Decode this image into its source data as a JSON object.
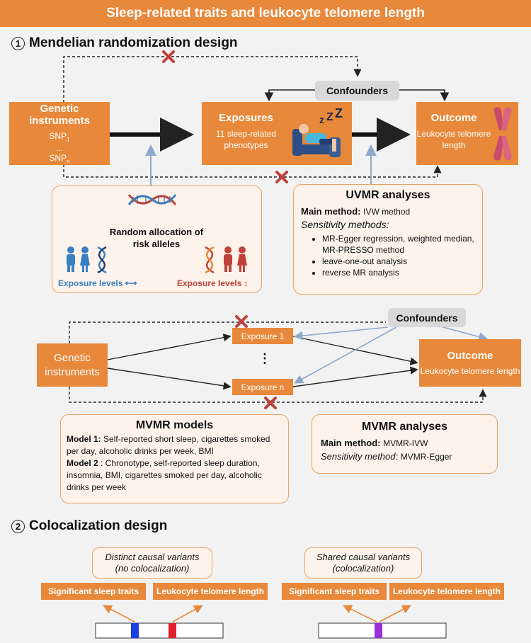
{
  "title": "Sleep-related traits and leukocyte telomere length",
  "section1": {
    "number": "1",
    "title": "Mendelian randomization design"
  },
  "section2": {
    "number": "2",
    "title": "Colocalization design"
  },
  "uvmr": {
    "confounders": "Confounders",
    "genetic_instruments": {
      "title": "Genetic instruments",
      "snp_1": "SNP",
      "snp_1_sub": "1",
      "dots": "...",
      "snp_n": "SNP",
      "snp_n_sub": "n"
    },
    "exposures": {
      "title": "Exposures",
      "desc": "11 sleep-related phenotypes"
    },
    "outcome": {
      "title": "Outcome",
      "desc": "Leukocyte telomere length"
    },
    "random_allocation": {
      "text": "Random allocation of risk alleles",
      "exposure_low": "Exposure levels",
      "exposure_high": "Exposure levels"
    },
    "analyses": {
      "title": "UVMR analyses",
      "main_label": "Main method:",
      "main_value": "IVW method",
      "sens_label": "Sensitivity methods:",
      "items": [
        "MR-Egger regression, weighted median, MR-PRESSO method",
        "leave-one-out analysis",
        "reverse MR analysis"
      ]
    }
  },
  "mvmr": {
    "confounders": "Confounders",
    "genetic_instruments": "Genetic instruments",
    "exposure_1": "Exposure 1",
    "vdots": "⋮",
    "exposure_n": "Exposure n",
    "outcome": {
      "title": "Outcome",
      "desc": "Leukocyte telomere length"
    },
    "models": {
      "title": "MVMR models",
      "model1_label": "Model 1:",
      "model1_text": "Self-reported short sleep, cigarettes smoked per day, alcoholic drinks per week, BMI",
      "model2_label": "Model 2",
      "model2_text": ": Chronotype, self-reported sleep duration, insomnia, BMI, cigarettes smoked per day, alcoholic drinks per week"
    },
    "analyses": {
      "title": "MVMR analyses",
      "main_label": "Main method:",
      "main_value": "MVMR-IVW",
      "sens_label": "Sensitivity method:",
      "sens_value": "MVMR-Egger"
    }
  },
  "coloc": {
    "left": {
      "title": "Distinct causal variants",
      "subtitle": "(no colocalization)",
      "trait": "Significant sleep traits",
      "outcome": "Leukocyte telomere length"
    },
    "right": {
      "title": "Shared causal variants",
      "subtitle": "(colocalization)",
      "trait": "Significant sleep traits",
      "outcome": "Leukocyte telomere length"
    }
  },
  "colors": {
    "orange": "#e8883a",
    "blue": "#3a7fc4",
    "red": "#c93535",
    "purple": "#9b30d9",
    "cross": "#c0413a"
  }
}
